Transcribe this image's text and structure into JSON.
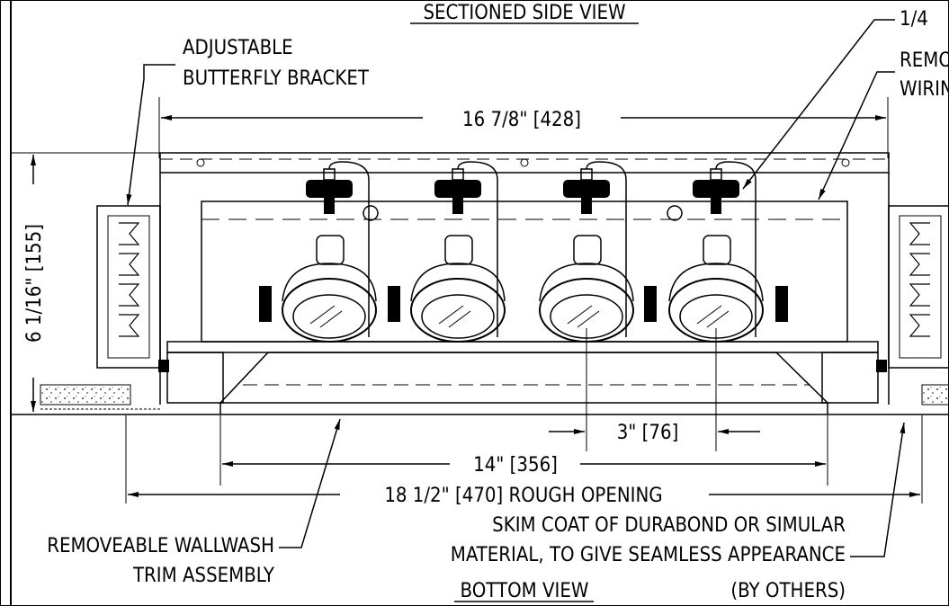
{
  "title": "SECTIONED SIDE VIEW",
  "bottom_title": "BOTTOM VIEW",
  "labels": {
    "bracket_line1": "ADJUSTABLE",
    "bracket_line2": "BUTTERFLY BRACKET",
    "top_right_line1": "1/4",
    "top_right_line2": "REMO",
    "top_right_line3": "WIRIN",
    "trim_line1": "REMOVEABLE WALLWASH",
    "trim_line2": "TRIM ASSEMBLY",
    "skim_line1": "SKIM COAT OF DURABOND OR SIMULAR",
    "skim_line2": "MATERIAL, TO GIVE SEAMLESS APPEARANCE",
    "skim_line3": "(BY OTHERS)"
  },
  "dimensions": {
    "overall_width": "16 7/8\" [428]",
    "height": "6 1/16\" [155]",
    "spacing": "3\" [76]",
    "trim_width": "14\" [356]",
    "rough_opening": "18 1/2\" [470] ROUGH OPENING"
  },
  "lamp_count": 4
}
